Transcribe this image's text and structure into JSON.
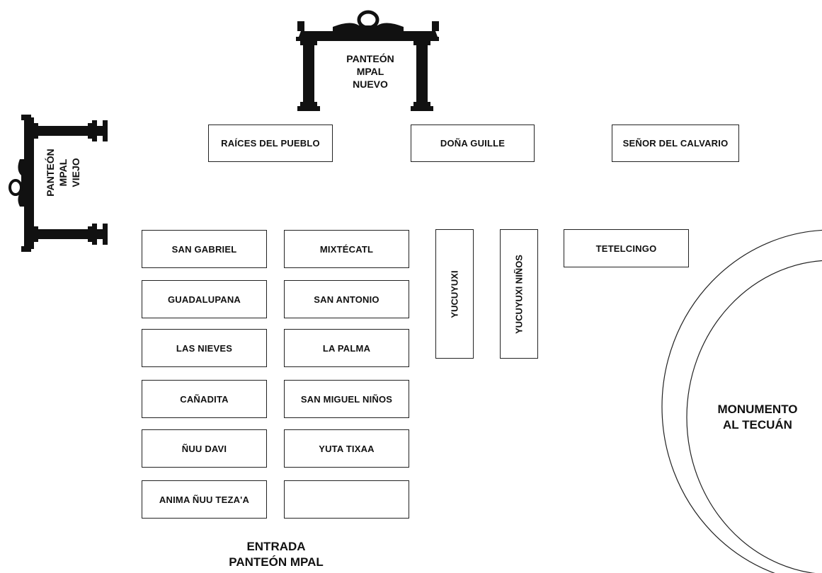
{
  "gates": {
    "nuevo_lines": [
      "PANTEÓN",
      "MPAL",
      "NUEVO"
    ],
    "viejo_lines": [
      "PANTEÓN",
      "MPAL",
      "VIEJO"
    ]
  },
  "top_row": [
    "RAÍCES DEL PUEBLO",
    "DOÑA GUILLE",
    "SEÑOR DEL CALVARIO"
  ],
  "left_column": [
    "SAN GABRIEL",
    "GUADALUPANA",
    "LAS NIEVES",
    "CAÑADITA",
    "ÑUU DAVI",
    "ANIMA ÑUU TEZA'A"
  ],
  "middle_column": [
    "MIXTÉCATL",
    "SAN ANTONIO",
    "LA PALMA",
    "SAN MIGUEL NIÑOS",
    "YUTA TIXAA",
    ""
  ],
  "vertical": [
    "YUCUYUXI",
    "YUCUYUXI NIÑOS"
  ],
  "right_box": "TETELCINGO",
  "monument_lines": [
    "MONUMENTO",
    "AL TECUÁN"
  ],
  "entrance_lines": [
    "ENTRADA",
    "PANTEÓN MPAL"
  ]
}
